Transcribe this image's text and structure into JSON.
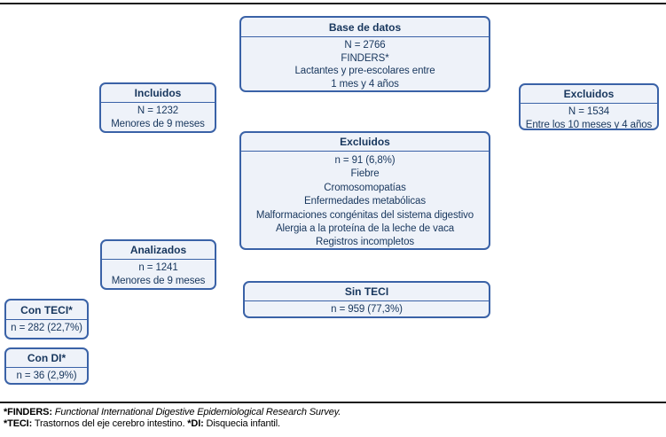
{
  "flowchart": {
    "boxes": {
      "base_datos": {
        "title": "Base de datos",
        "lines": [
          "N = 2766",
          "FINDERS*",
          "Lactantes y pre-escolares entre",
          "1 mes y 4 años"
        ]
      },
      "incluidos": {
        "title": "Incluidos",
        "lines": [
          "N = 1232",
          "Menores de 9 meses"
        ]
      },
      "excluidos_derecha": {
        "title": "Excluidos",
        "lines": [
          "N = 1534",
          "Entre los 10 meses y 4 años"
        ]
      },
      "excluidos_centro": {
        "title": "Excluidos",
        "lines": [
          "n = 91 (6,8%)",
          "Fiebre",
          "Cromosomopatías",
          "Enfermedades metabólicas",
          "Malformaciones congénitas del sistema digestivo",
          "Alergia a la proteína de la leche de vaca",
          "Registros incompletos"
        ]
      },
      "analizados": {
        "title": "Analizados",
        "lines": [
          "n = 1241",
          "Menores de 9 meses"
        ]
      },
      "sin_teci": {
        "title": "Sin TECI",
        "lines": [
          "n = 959 (77,3%)"
        ]
      },
      "con_teci": {
        "title": "Con TECI*",
        "lines": [
          "n = 282 (22,7%)"
        ]
      },
      "con_di": {
        "title": "Con DI*",
        "lines": [
          "n = 36 (2,9%)"
        ]
      }
    },
    "footnotes": {
      "finders_label": "*FINDERS:",
      "finders_text": "Functional International Digestive Epidemiological Research Survey.",
      "teci_label": "*TECI:",
      "teci_text": "Trastornos del eje cerebro intestino.",
      "di_label": "*DI:",
      "di_text": "Disquecia infantil."
    },
    "colors": {
      "border": "#3a62a7",
      "fill": "#eef2f9",
      "text": "#17365d"
    }
  }
}
